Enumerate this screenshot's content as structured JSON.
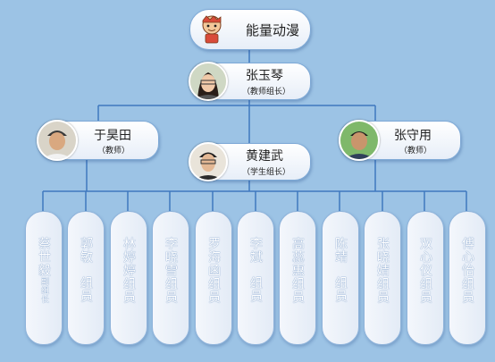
{
  "title": "能量动漫",
  "leader": {
    "name": "张玉琴",
    "role": "（教师组长）"
  },
  "teacher_left": {
    "name": "于昊田",
    "role": "（教师）"
  },
  "teacher_right": {
    "name": "张守用",
    "role": "（教师）"
  },
  "student_leader": {
    "name": "黄建武",
    "role": "（学生组长）"
  },
  "members": [
    {
      "name": "蔡世毅",
      "role": "副组长"
    },
    {
      "name": "郭敏",
      "role": "组员"
    },
    {
      "name": "林婷婷",
      "role": "组员"
    },
    {
      "name": "李晓雪",
      "role": "组员"
    },
    {
      "name": "罗海函",
      "role": "组员"
    },
    {
      "name": "李斌",
      "role": "组员"
    },
    {
      "name": "高蕊惠",
      "role": "组员"
    },
    {
      "name": "陈靖",
      "role": "组员"
    },
    {
      "name": "张晓婧",
      "role": "组员"
    },
    {
      "name": "双心仪",
      "role": "组员"
    },
    {
      "name": "傅心怡",
      "role": "组员"
    }
  ],
  "colors": {
    "background": "#9cc3e5",
    "line": "#3f78bf",
    "box": "#ffffff"
  }
}
